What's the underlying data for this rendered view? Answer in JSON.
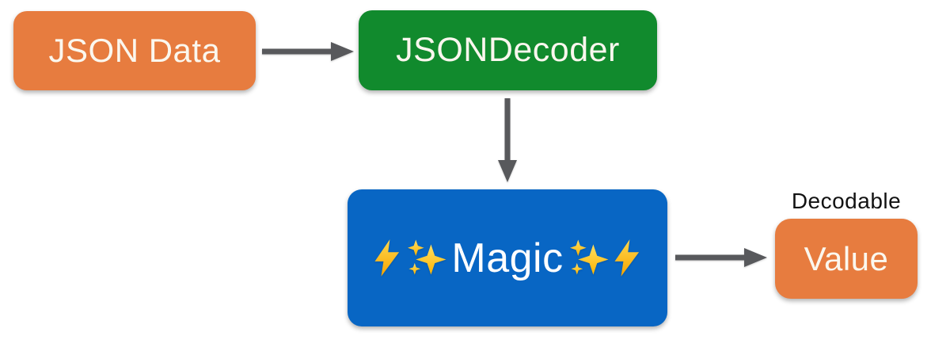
{
  "diagram": {
    "background_color": "#FFFFFF",
    "arrow_color": "#58595C",
    "nodes": {
      "json_data": {
        "label": "JSON Data",
        "fill_color": "#E77C3F",
        "text_color": "#FBF7EE"
      },
      "json_decoder": {
        "label": "JSONDecoder",
        "fill_color": "#118A2D",
        "text_color": "#FBF7EE"
      },
      "magic": {
        "label": "Magic",
        "icons_left": [
          "high-voltage-emoji",
          "sparkles-emoji"
        ],
        "icons_right": [
          "sparkles-emoji",
          "high-voltage-emoji"
        ],
        "emoji_text": "⚡✨Magic✨⚡",
        "fill_color": "#0866C4",
        "text_color": "#FFFFFF"
      },
      "value": {
        "label": "Value",
        "annotation": "Decodable",
        "fill_color": "#E77C3F",
        "text_color": "#FBF7EE",
        "annotation_color": "#121212"
      }
    },
    "edges": [
      {
        "from": "json_data",
        "to": "json_decoder",
        "direction": "right"
      },
      {
        "from": "json_decoder",
        "to": "magic",
        "direction": "down"
      },
      {
        "from": "magic",
        "to": "value",
        "direction": "right"
      }
    ]
  }
}
